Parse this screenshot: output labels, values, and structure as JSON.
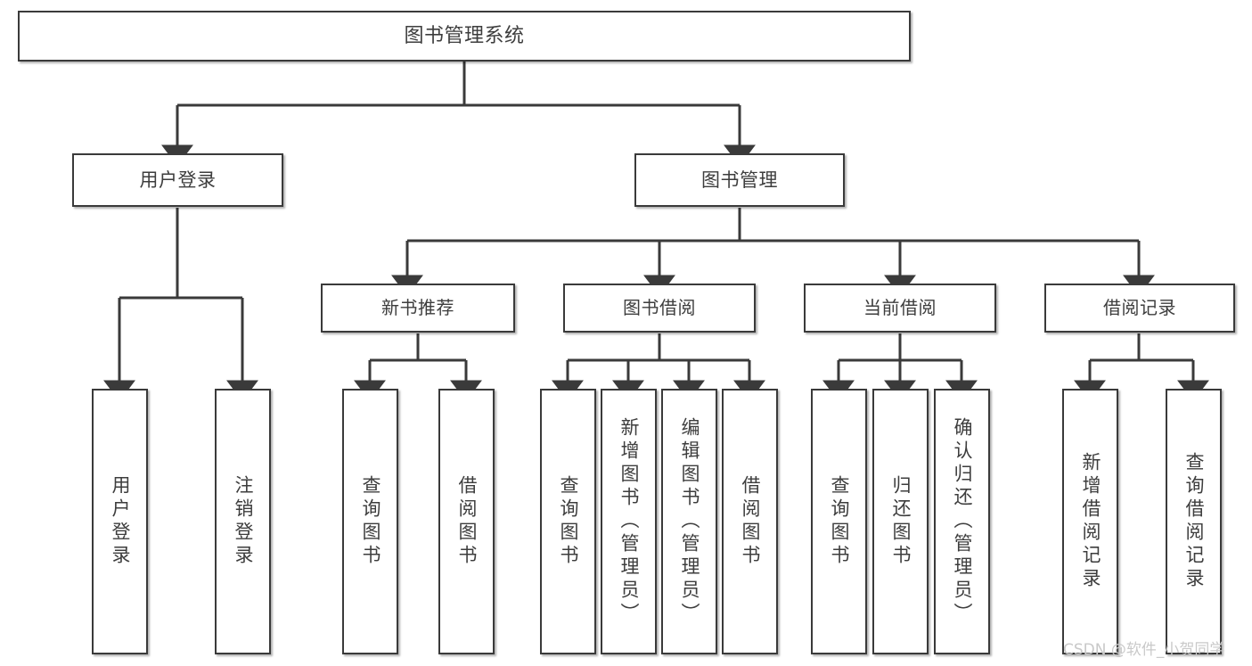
{
  "diagram": {
    "title": "图书管理系统",
    "watermark": "CSDN @软件_小贺同学",
    "colors": {
      "background": "#ffffff",
      "node_border": "#3a3a3a",
      "node_fill": "#ffffff",
      "edge": "#3a3a3a",
      "text": "#3d3d3d",
      "watermark": "#c9c9c9"
    },
    "root": {
      "label": "图书管理系统"
    },
    "level1": [
      {
        "label": "用户登录"
      },
      {
        "label": "图书管理"
      }
    ],
    "level2": [
      {
        "label": "新书推荐"
      },
      {
        "label": "图书借阅"
      },
      {
        "label": "当前借阅"
      },
      {
        "label": "借阅记录"
      }
    ],
    "leaves": {
      "user_login": [
        {
          "label": "用户登录"
        },
        {
          "label": "注销登录"
        }
      ],
      "new_book_recommend": [
        {
          "label": "查询图书"
        },
        {
          "label": "借阅图书"
        }
      ],
      "book_borrow": [
        {
          "label": "查询图书"
        },
        {
          "label": "新增图书（管理员）"
        },
        {
          "label": "编辑图书（管理员）"
        },
        {
          "label": "借阅图书"
        }
      ],
      "current_borrow": [
        {
          "label": "查询图书"
        },
        {
          "label": "归还图书"
        },
        {
          "label": "确认归还（管理员）"
        }
      ],
      "borrow_record": [
        {
          "label": "新增借阅记录"
        },
        {
          "label": "查询借阅记录"
        }
      ]
    }
  }
}
